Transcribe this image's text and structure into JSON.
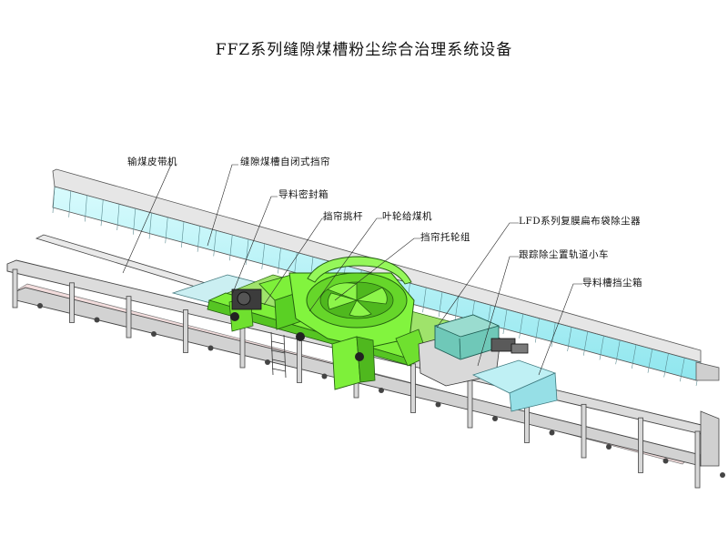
{
  "title": "FFZ系列缝隙煤槽粉尘综合治理系统设备",
  "labels": {
    "belt_conveyor": "输煤皮带机",
    "slot_curtain": "缝隙煤槽自闭式挡帘",
    "guide_box": "导料密封箱",
    "curtain_lever": "挡帘挑杆",
    "impeller_feeder": "叶轮给煤机",
    "curtain_roller": "挡帘托轮组",
    "lfd_collector": "LFD系列复膜扁布袋除尘器",
    "tracking_car": "跟踪除尘置轨道小车",
    "guide_dust_box": "导料槽挡尘箱"
  },
  "colors": {
    "machine_green": "#7ef03a",
    "machine_green_dark": "#3f9e1c",
    "curtain_cyan": "#b9f3f7",
    "collector_teal": "#6fc8b8",
    "frame_grey": "#d6d6d6",
    "belt_pink": "#f3dede"
  }
}
